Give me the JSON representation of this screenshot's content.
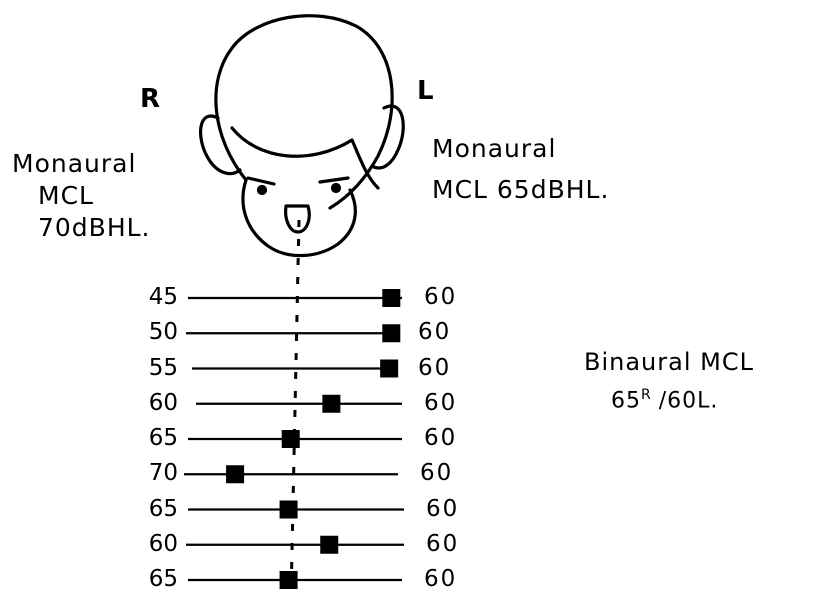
{
  "ear_labels": {
    "right": "R",
    "left": "L"
  },
  "monaural_right": {
    "line1": "Monaural",
    "line2": "MCL",
    "line3": "70dBHL."
  },
  "monaural_left": {
    "line1": "Monaural",
    "line2": "MCL 65dBHL."
  },
  "binaural": {
    "line1": "Binaural MCL",
    "line2_right_value": "65",
    "line2_right_sup": "R",
    "line2_rest": "/60L."
  },
  "balance_trials": [
    {
      "right_level": "45",
      "left_level": "60",
      "marker_position": 0.95
    },
    {
      "right_level": "50",
      "left_level": "60",
      "marker_position": 0.95
    },
    {
      "right_level": "55",
      "left_level": "60",
      "marker_position": 0.94
    },
    {
      "right_level": "60",
      "left_level": "60",
      "marker_position": 0.67
    },
    {
      "right_level": "65",
      "left_level": "60",
      "marker_position": 0.48
    },
    {
      "right_level": "70",
      "left_level": "60",
      "marker_position": 0.22
    },
    {
      "right_level": "65",
      "left_level": "60",
      "marker_position": 0.47
    },
    {
      "right_level": "60",
      "left_level": "60",
      "marker_position": 0.66
    },
    {
      "right_level": "65",
      "left_level": "60",
      "marker_position": 0.47
    }
  ]
}
